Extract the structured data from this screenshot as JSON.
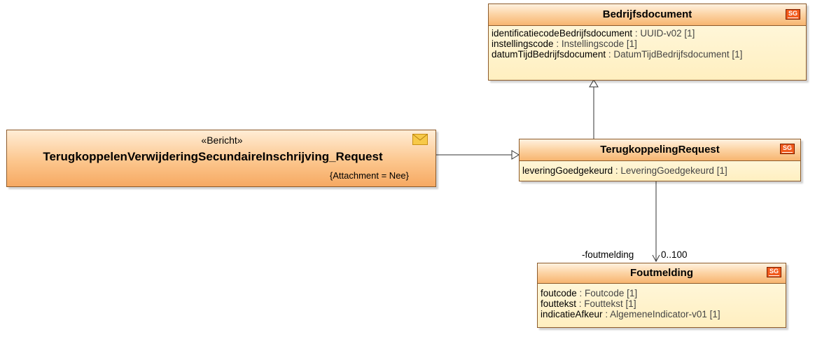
{
  "diagram": {
    "bedrijfsdocument": {
      "name": "Bedrijfsdocument",
      "badge": "SG",
      "attributes": [
        {
          "name": "identificatiecodeBedrijfsdocument",
          "type": " : UUID-v02 [1]"
        },
        {
          "name": "instellingscode",
          "type": " : Instellingscode [1]"
        },
        {
          "name": "datumTijdBedrijfsdocument",
          "type": " : DatumTijdBedrijfsdocument [1]"
        }
      ]
    },
    "bericht": {
      "stereotype": "«Bericht»",
      "name": "TerugkoppelenVerwijderingSecundaireInschrijving_Request",
      "tagged_value": "{Attachment = Nee}",
      "icon": "envelope-icon"
    },
    "terugkoppeling_request": {
      "name": "TerugkoppelingRequest",
      "badge": "SG",
      "attributes": [
        {
          "name": "leveringGoedgekeurd",
          "type": " : LeveringGoedgekeurd [1]"
        }
      ]
    },
    "foutmelding": {
      "name": "Foutmelding",
      "badge": "SG",
      "attributes": [
        {
          "name": "foutcode",
          "type": " : Foutcode [1]"
        },
        {
          "name": "fouttekst",
          "type": " : Fouttekst [1]"
        },
        {
          "name": "indicatieAfkeur",
          "type": " : AlgemeneIndicator-v01 [1]"
        }
      ]
    },
    "association": {
      "role": "-foutmelding",
      "multiplicity": "0..100"
    }
  },
  "colors": {
    "border": "#8c5a2a",
    "header_gradient": [
      "#fff2e0",
      "#f7b570"
    ],
    "attribute_bg": "#fff6d8",
    "badge": "#f25a1c",
    "envelope": "#f7c948"
  }
}
